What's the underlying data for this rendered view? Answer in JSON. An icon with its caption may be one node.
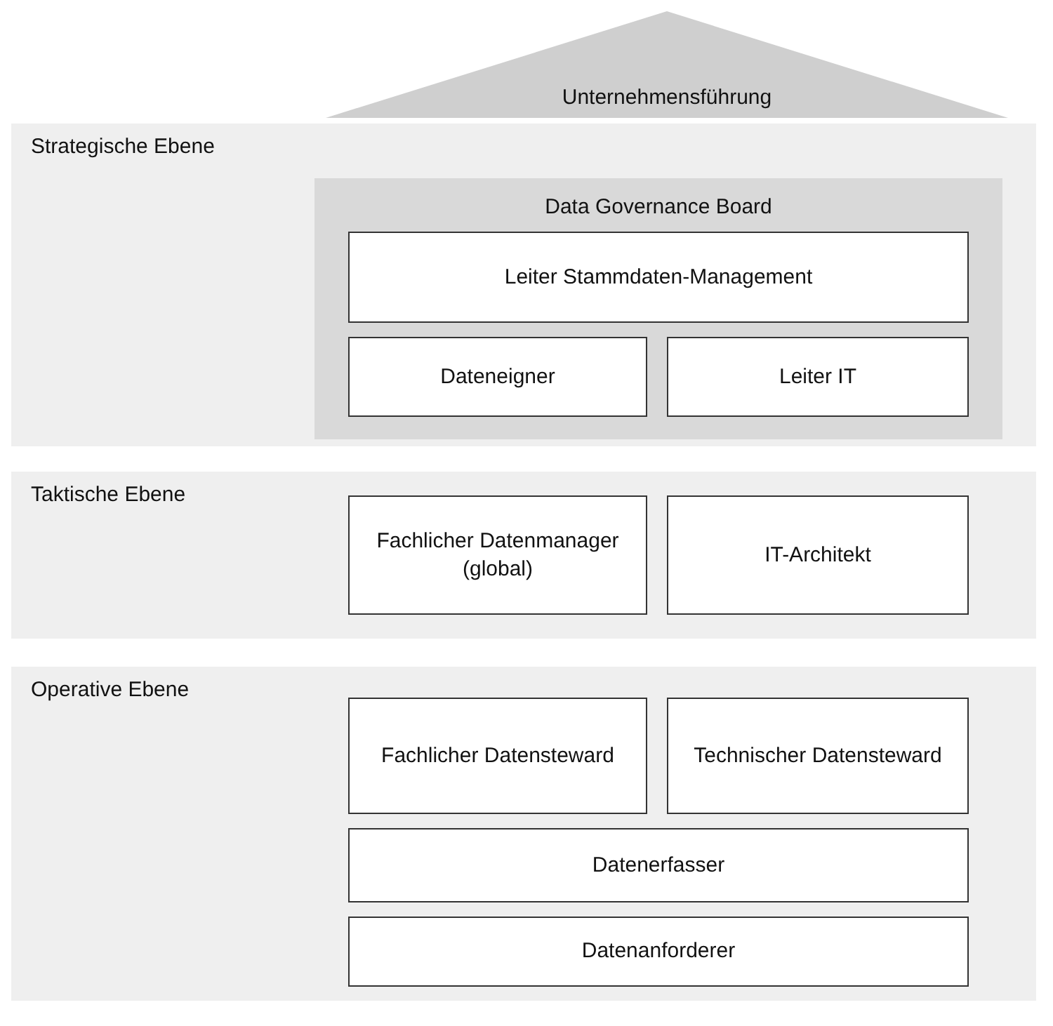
{
  "diagram": {
    "nodes": [
      {
        "text": [
          "Unternehmensführung"
        ]
      },
      {
        "text": [
          "Strategische Ebene"
        ]
      },
      {
        "text": [
          "Data Governance Board"
        ],
        "in": 1
      },
      {
        "text": [
          "Leiter Stammdaten-Management"
        ],
        "in": 2
      },
      {
        "text": [
          "Dateneigner"
        ],
        "in": 2
      },
      {
        "text": [
          "Leiter IT"
        ],
        "in": 2
      },
      {
        "text": [
          "Taktische Ebene"
        ]
      },
      {
        "text": [
          "Fachlicher Datenmanager (global)"
        ],
        "in": 6
      },
      {
        "text": [
          "IT-Architekt"
        ],
        "in": 6
      },
      {
        "text": [
          "Operative Ebene"
        ]
      },
      {
        "text": [
          "Fachlicher Datensteward"
        ],
        "in": 9
      },
      {
        "text": [
          "Technischer Datensteward"
        ],
        "in": 9
      },
      {
        "text": [
          "Datenerfasser"
        ],
        "in": 9
      },
      {
        "text": [
          "Datenanforderer"
        ],
        "in": 9
      }
    ]
  }
}
